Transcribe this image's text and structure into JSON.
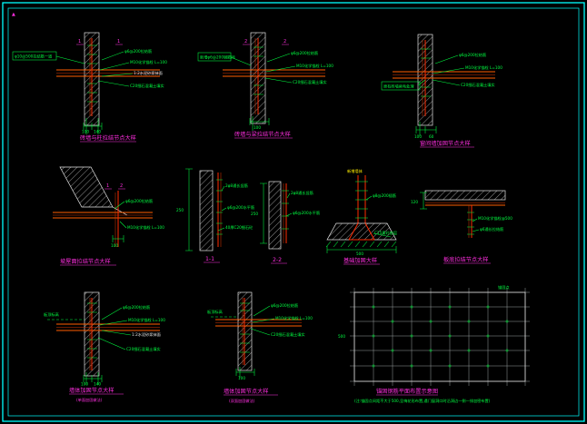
{
  "corner_mark": "▲",
  "d1": {
    "marks": [
      "1",
      "1"
    ],
    "left_label": "φ10@500拉结筋一道",
    "ann": [
      "φ6@200拉结筋",
      "M10化学锚栓 L=100",
      "1:2水泥砂浆抹面",
      "C20细石混凝土填实"
    ],
    "dims": [
      "100",
      "140"
    ],
    "title": "砖墙与柱拉结节点大样"
  },
  "d2": {
    "marks": [
      "2",
      "2"
    ],
    "left_label": "新增φ6@200钢筋网",
    "ann": [
      "φ6@200拉结筋",
      "M10化学锚栓 L=100",
      "C20细石混凝土填实"
    ],
    "dims": [
      "100"
    ],
    "title": "砖墙与梁拉结节点大样"
  },
  "d3": {
    "left_label": "原有砖墙凿毛处理",
    "ann": [
      "φ6@200拉结筋",
      "M10化学锚栓 L=100",
      "C20细石混凝土填实"
    ],
    "dims": [
      "100",
      "60"
    ],
    "title": "窗间墙加固节点大样"
  },
  "d4": {
    "marks": [
      "1",
      "2"
    ],
    "ann": [
      "φ6@200拉结筋",
      "M10化学锚栓 L=100"
    ],
    "dims": [
      "100"
    ],
    "title": "坡屋面拉结节点大样"
  },
  "d5": {
    "ann": [
      "2φ8通长竖筋",
      "φ6@200水平筋",
      "40厚C20细石砼"
    ],
    "dims": [
      "250"
    ],
    "title": "1-1"
  },
  "d6": {
    "ann": [
      "2φ8通长竖筋",
      "φ6@200水平筋"
    ],
    "dims": [
      "250"
    ],
    "title": "2-2"
  },
  "d7": {
    "top_label": "新增墙体",
    "ann": [
      "φ8@200插筋",
      "C15素砼垫层"
    ],
    "dims": [
      "500"
    ],
    "title": "基础加固大样"
  },
  "d8": {
    "ann": [
      "M10化学锚栓@500",
      "φ6通长拉结筋"
    ],
    "dims": [
      "120"
    ],
    "title": "板底拉结节点大样"
  },
  "d9": {
    "level_label": "板顶标高",
    "ann": [
      "φ6@200拉结筋",
      "M10化学锚栓 L=100",
      "1:2水泥砂浆抹面",
      "C20细石混凝土填实"
    ],
    "dims": [
      "100",
      "140"
    ],
    "title": "墙体加固节点大样",
    "subtitle": "(单面加固做法)"
  },
  "d10": {
    "level_label": "板顶标高",
    "ann": [
      "φ6@200拉结筋",
      "M10化学锚栓 L=100",
      "C20细石混凝土填实"
    ],
    "dims": [
      "100"
    ],
    "title": "墙体加固节点大样",
    "subtitle": "(双面加固做法)"
  },
  "grid": {
    "corner_label": "锚固点",
    "side_dim": "500",
    "title": "锚固钢筋平面布置示意图",
    "note": "(注:锚固点间距不大于500,呈梅花形布置,遇门窗洞口时沿洞边一侧一排加密布置)"
  }
}
